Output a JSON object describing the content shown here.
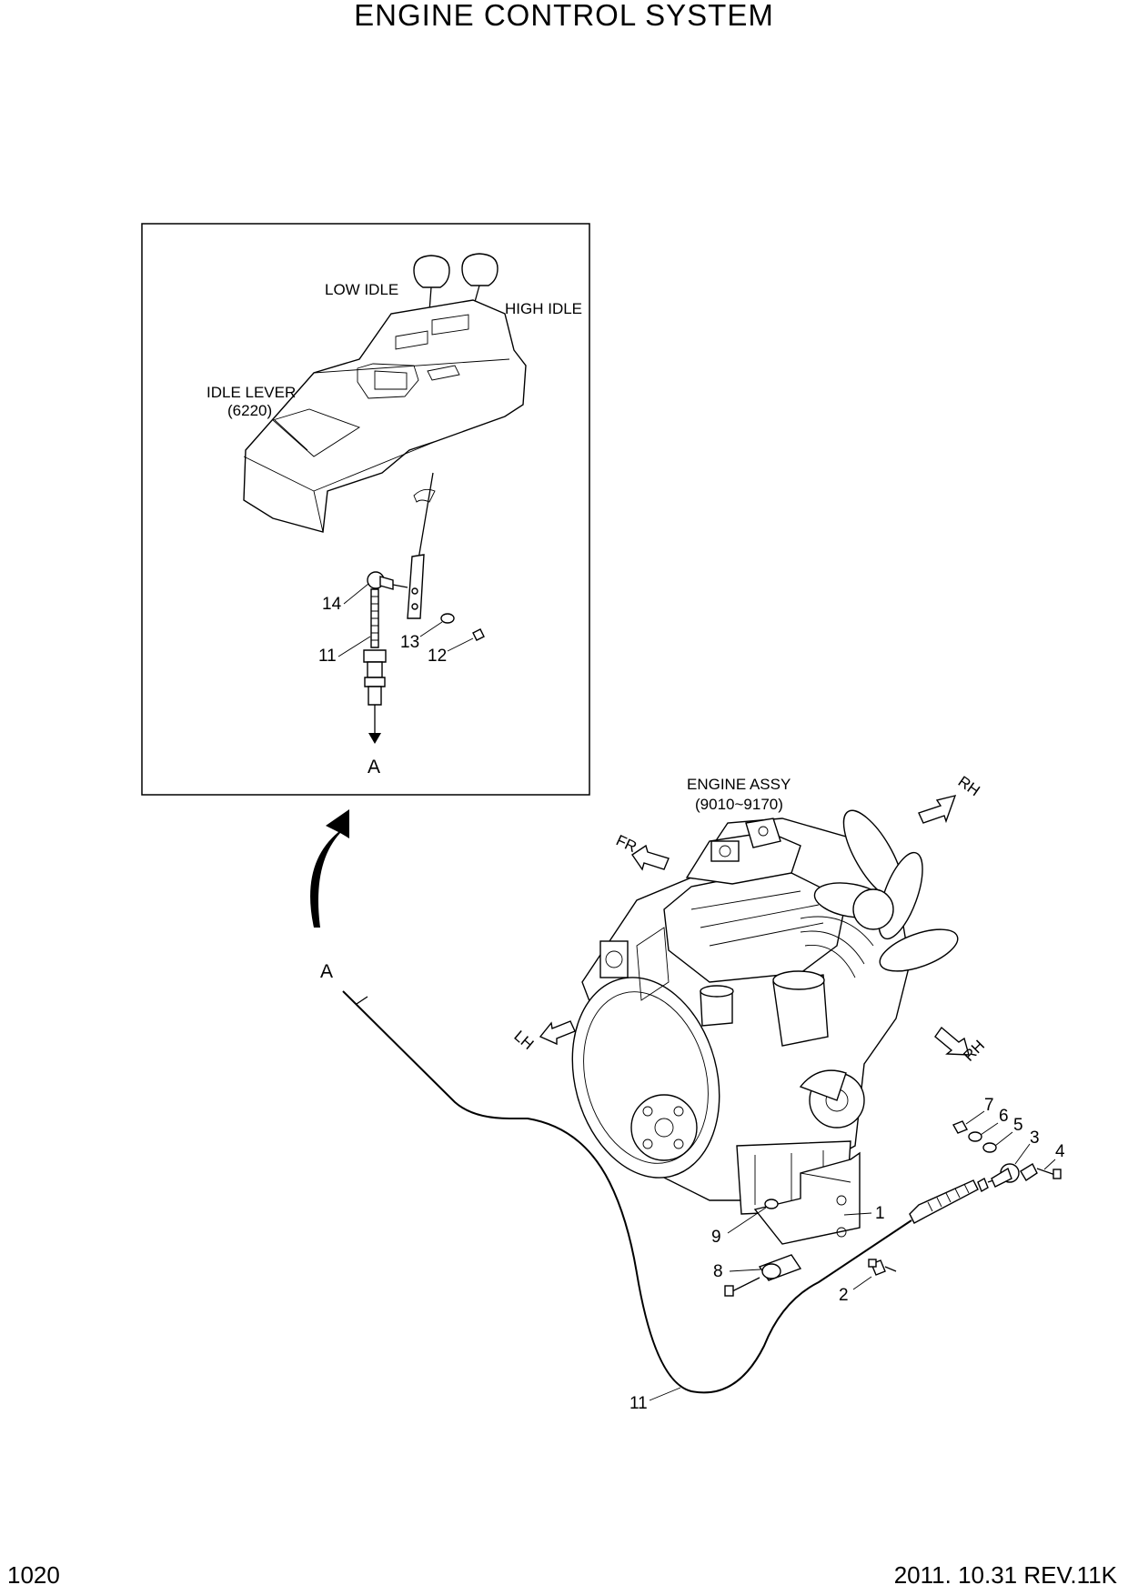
{
  "title": "ENGINE CONTROL SYSTEM",
  "footer": {
    "page_number": "1020",
    "revision": "2011. 10.31 REV.11K"
  },
  "detail_box": {
    "labels": {
      "low_idle": "LOW IDLE",
      "high_idle": "HIGH IDLE",
      "idle_lever": "IDLE LEVER",
      "idle_lever_code": "(6220)",
      "view_a": "A"
    },
    "callouts": [
      "14",
      "11",
      "13",
      "12"
    ]
  },
  "main_view": {
    "labels": {
      "engine_assy": "ENGINE ASSY",
      "engine_assy_code": "(9010~9170)",
      "view_a": "A",
      "dir_fr": "FR",
      "dir_rh_top": "RH",
      "dir_lh": "LH",
      "dir_rh_side": "RH"
    },
    "callouts": [
      "7",
      "6",
      "5",
      "3",
      "4",
      "1",
      "9",
      "8",
      "2",
      "11"
    ]
  }
}
